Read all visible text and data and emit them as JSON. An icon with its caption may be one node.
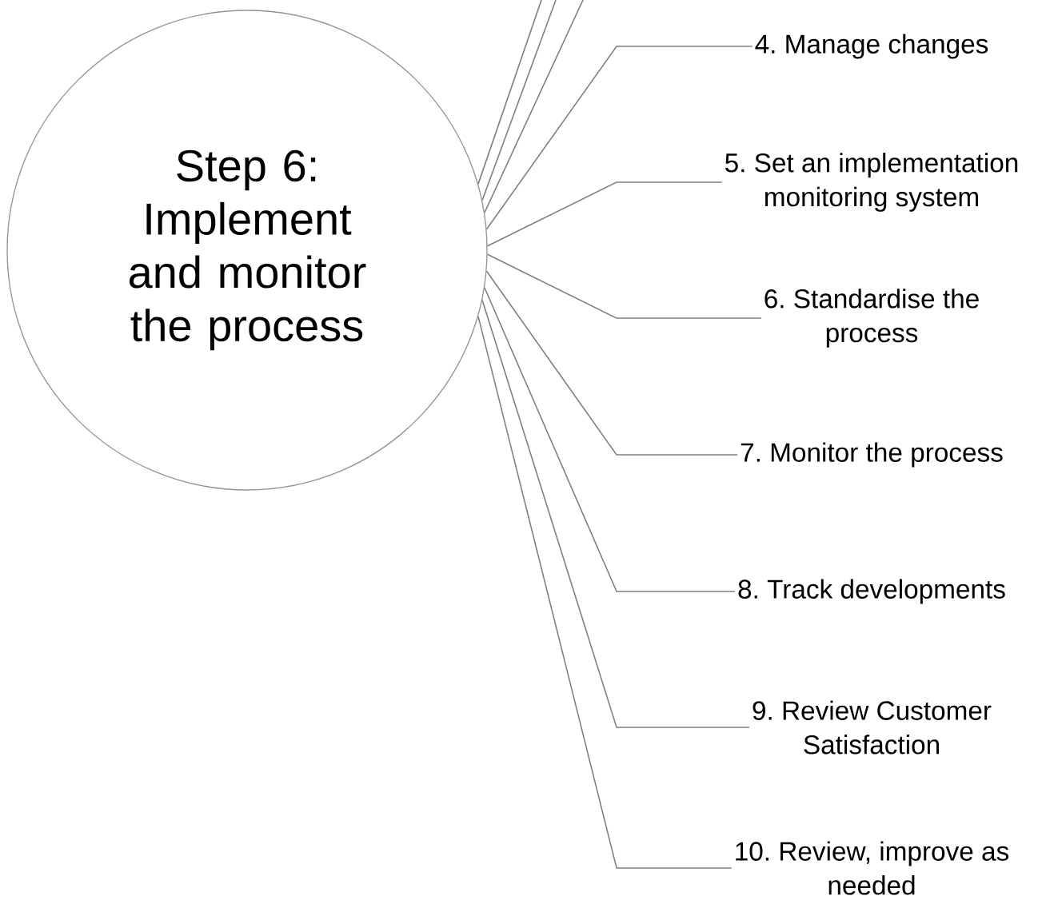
{
  "diagram": {
    "nodes": [
      {
        "text": [
          "Step 6: Implement and monitor the process"
        ]
      },
      {
        "text": [
          "4. Manage changes"
        ]
      },
      {
        "text": [
          "5. Set an implementation monitoring system"
        ]
      },
      {
        "text": [
          "6. Standardise the process"
        ]
      },
      {
        "text": [
          "7. Monitor the process"
        ]
      },
      {
        "text": [
          "8. Track developments"
        ]
      },
      {
        "text": [
          "9. Review Customer Satisfaction"
        ]
      },
      {
        "text": [
          "10. Review, improve as needed"
        ]
      }
    ],
    "edges": [
      {
        "from": 0,
        "to": null,
        "arrow": "none"
      },
      {
        "from": 0,
        "to": null,
        "arrow": "none"
      },
      {
        "from": 0,
        "to": null,
        "arrow": "none"
      },
      {
        "from": 0,
        "to": 1,
        "arrow": "none"
      },
      {
        "from": 0,
        "to": 2,
        "arrow": "none"
      },
      {
        "from": 0,
        "to": 3,
        "arrow": "none"
      },
      {
        "from": 0,
        "to": 4,
        "arrow": "none"
      },
      {
        "from": 0,
        "to": 5,
        "arrow": "none"
      },
      {
        "from": 0,
        "to": 6,
        "arrow": "none"
      },
      {
        "from": 0,
        "to": 7,
        "arrow": "none"
      }
    ]
  }
}
